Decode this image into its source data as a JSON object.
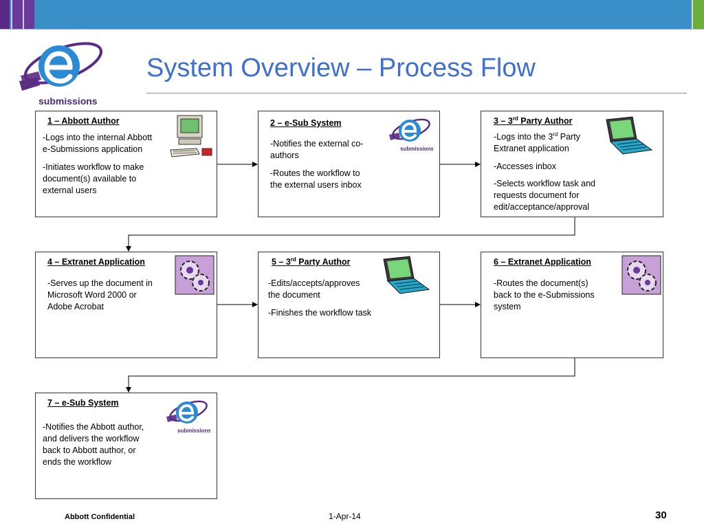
{
  "slide": {
    "title": "System Overview – Process Flow",
    "logo_text": "submissions"
  },
  "steps": [
    {
      "title": "1 – Abbott Author",
      "lines": [
        "-Logs into the internal Abbott",
        "e-Submissions application",
        "-Initiates workflow to make",
        "document(s) available to",
        "external users"
      ],
      "icon": "desktop-computer-icon"
    },
    {
      "title": "2 – e-Sub System",
      "lines": [
        "-Notifies the external co-",
        "authors",
        "-Routes the workflow to",
        "the external users inbox"
      ],
      "icon": "esubmissions-logo-icon",
      "icon_text": "submissions"
    },
    {
      "title_pre": "3 – 3",
      "title_sup": "rd",
      "title_post": " Party Author",
      "lines": [
        "Extranet application",
        "-Accesses inbox",
        "-Selects workflow task and",
        "requests document for",
        "edit/acceptance/approval"
      ],
      "line0_pre": "-Logs into the 3",
      "line0_sup": "rd",
      "line0_post": " Party",
      "icon": "laptop-icon"
    },
    {
      "title": "4 – Extranet Application",
      "lines": [
        "-Serves up the document in",
        "Microsoft Word 2000 or",
        "Adobe Acrobat"
      ],
      "icon": "gears-icon"
    },
    {
      "title_pre": "5 – 3",
      "title_sup": "rd",
      "title_post": " Party Author",
      "lines": [
        "-Edits/accepts/approves",
        "the document",
        "-Finishes the workflow task"
      ],
      "icon": "laptop-icon"
    },
    {
      "title": "6 – Extranet Application",
      "lines": [
        "-Routes the document(s)",
        "back to the e-Submissions",
        "system"
      ],
      "icon": "gears-icon"
    },
    {
      "title": "7 – e-Sub System",
      "lines": [
        "-Notifies the Abbott author,",
        "and delivers the workflow",
        "back to Abbott author, or",
        "ends the workflow"
      ],
      "icon": "esubmissions-logo-icon",
      "icon_text": "submissions"
    }
  ],
  "footer": {
    "confidential": "Abbott Confidential",
    "date": "1-Apr-14",
    "page_number": "30"
  }
}
